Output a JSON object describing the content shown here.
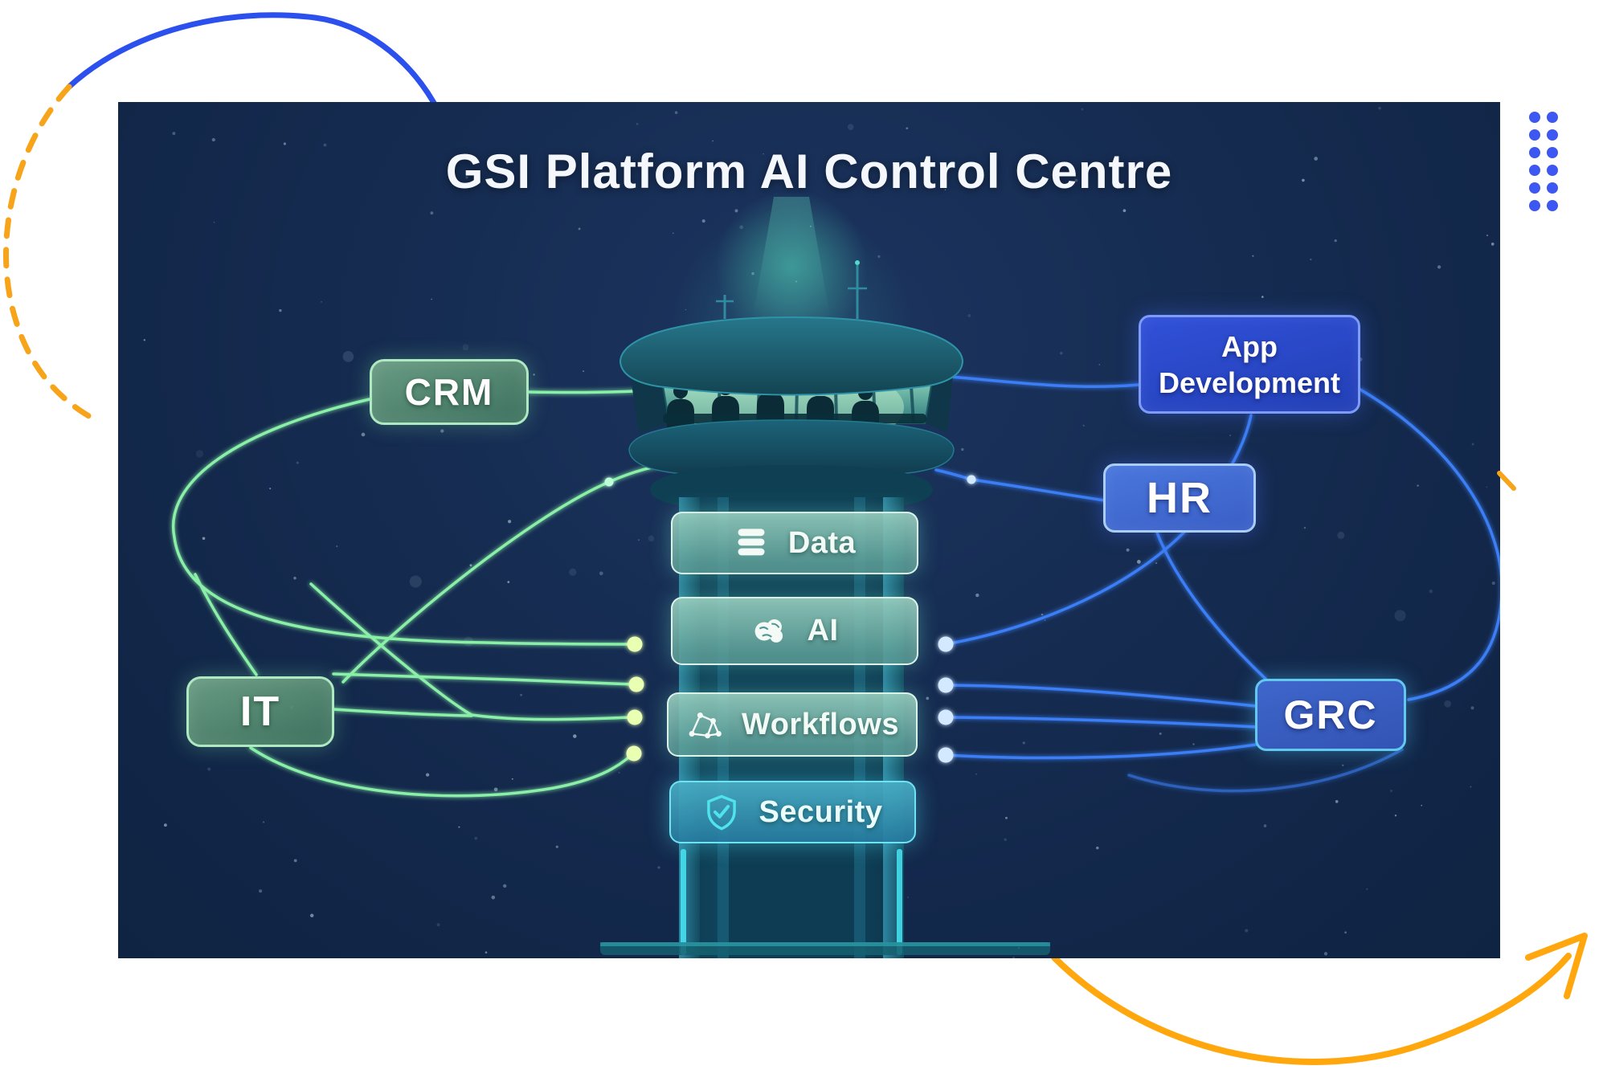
{
  "title": "GSI Platform AI Control Centre",
  "nodes": {
    "crm": {
      "label": "CRM"
    },
    "it": {
      "label": "IT"
    },
    "data": {
      "label": "Data",
      "icon": "database-icon"
    },
    "ai": {
      "label": "AI",
      "icon": "brain-icon"
    },
    "workflows": {
      "label": "Workflows",
      "icon": "workflow-network-icon"
    },
    "security": {
      "label": "Security",
      "icon": "shield-check-icon"
    },
    "app_development": {
      "label": "App Development"
    },
    "hr": {
      "label": "HR"
    },
    "grc": {
      "label": "GRC"
    }
  },
  "colors": {
    "scene_navy": "#13294b",
    "green_line": "#8af0a8",
    "green_node_dot": "#e9ffb2",
    "blue_line": "#3b7ef5",
    "blue_node_dot": "#d3e9ff",
    "green_box_border": "#aee9c2",
    "blue_box_border": "#7d9bf8",
    "security_cyan": "#4fe3ee",
    "deco_circle_blue": "#2b50ee",
    "deco_orange": "#f7a41b",
    "dots_grid_blue": "#3d57f2"
  }
}
